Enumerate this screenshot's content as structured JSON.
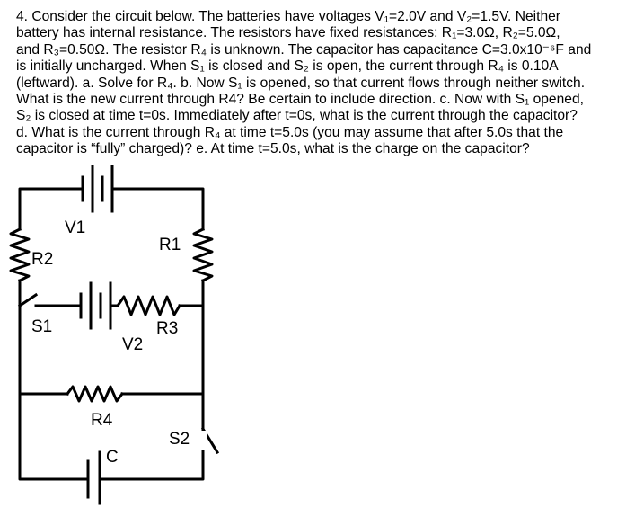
{
  "problem": {
    "lines": [
      "4. Consider the circuit below. The batteries have voltages V₁=2.0V and V₂=1.5V. Neither",
      "battery has internal resistance. The resistors have fixed resistances: R₁=3.0Ω, R₂=5.0Ω,",
      "and R₃=0.50Ω. The resistor R₄ is unknown. The capacitor has capacitance C=3.0x10⁻⁶F and",
      "is initially uncharged. When S₁ is closed and S₂ is open, the current through R₄ is 0.10A",
      "(leftward). a. Solve for R₄. b. Now S₁ is opened, so that current flows through neither switch.",
      "What is the new current through R4? Be certain to include direction. c. Now with S₁ opened,",
      "S₂ is closed at time t=0s. Immediately after t=0s, what is the current through the capacitor?",
      "d. What is the current through R₄ at time t=5.0s (you may assume that after 5.0s that the",
      "capacitor is “fully” charged)? e. At time t=5.0s, what is the charge on the capacitor?"
    ]
  },
  "circuit": {
    "labels": {
      "v1": "V1",
      "r1": "R1",
      "r2": "R2",
      "s1": "S1",
      "v2": "V2",
      "r3": "R3",
      "r4": "R4",
      "s2": "S2",
      "c": "C"
    }
  }
}
